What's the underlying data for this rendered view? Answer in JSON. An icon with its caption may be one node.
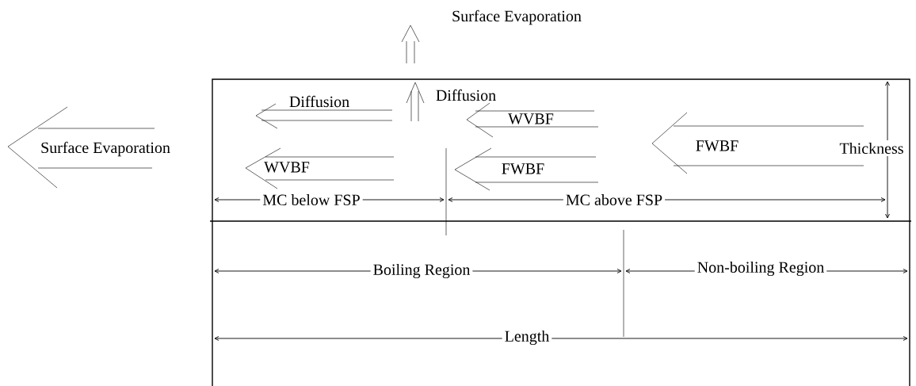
{
  "diagram": {
    "labels": [
      "Surface Evaporation",
      "Diffusion",
      "Diffusion",
      "WVBF",
      "Surface Evaporation",
      "FWBF",
      "Thickness",
      "WVBF",
      "FWBF",
      "MC below FSP",
      "MC above FSP",
      "Boiling Region",
      "Non-boiling Region",
      "Length"
    ]
  }
}
